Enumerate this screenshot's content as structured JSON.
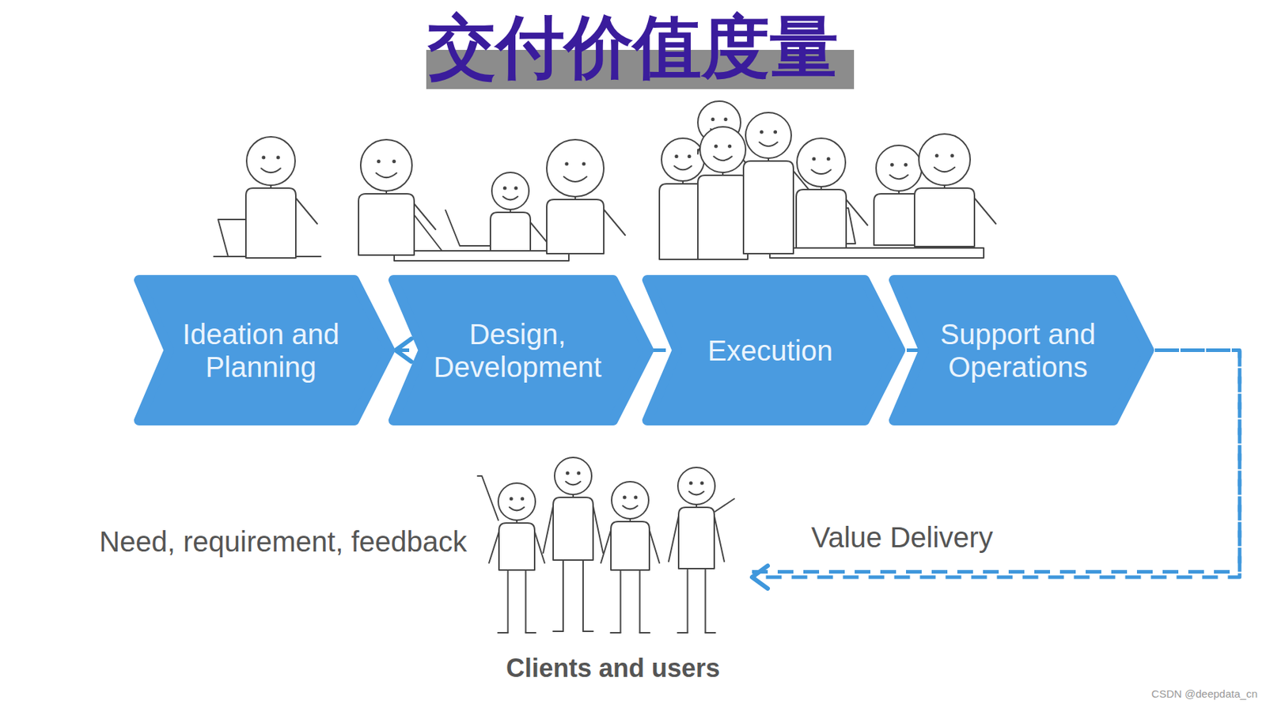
{
  "diagram": {
    "title": "交付价值度量",
    "nodes": [
      {
        "text": [
          "Ideation and Planning"
        ]
      },
      {
        "text": [
          "Design, Development"
        ]
      },
      {
        "text": [
          "Execution"
        ]
      },
      {
        "text": [
          "Support and Operations"
        ]
      },
      {
        "text": [
          "Clients and users"
        ]
      }
    ],
    "edges": [
      {
        "from": 3,
        "to": 4,
        "arrow": "to",
        "label": "Value Delivery"
      },
      {
        "from": 4,
        "to": 0,
        "arrow": "to",
        "label": "Need, requirement, feedback"
      }
    ],
    "labels": [
      "CSDN @deepdata_cn"
    ]
  }
}
